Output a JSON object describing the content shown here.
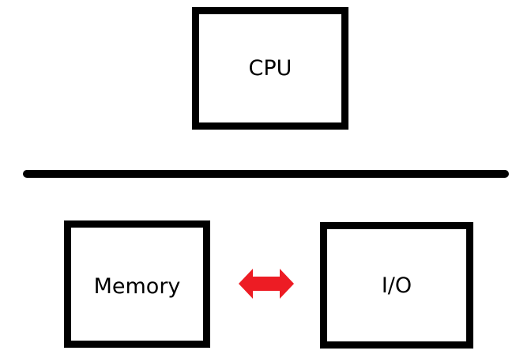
{
  "diagram": {
    "nodes": {
      "cpu": {
        "label": "CPU"
      },
      "memory": {
        "label": "Memory"
      },
      "io": {
        "label": "I/O"
      }
    },
    "connector_color": "#ed1c24",
    "bus_color": "#000000"
  }
}
